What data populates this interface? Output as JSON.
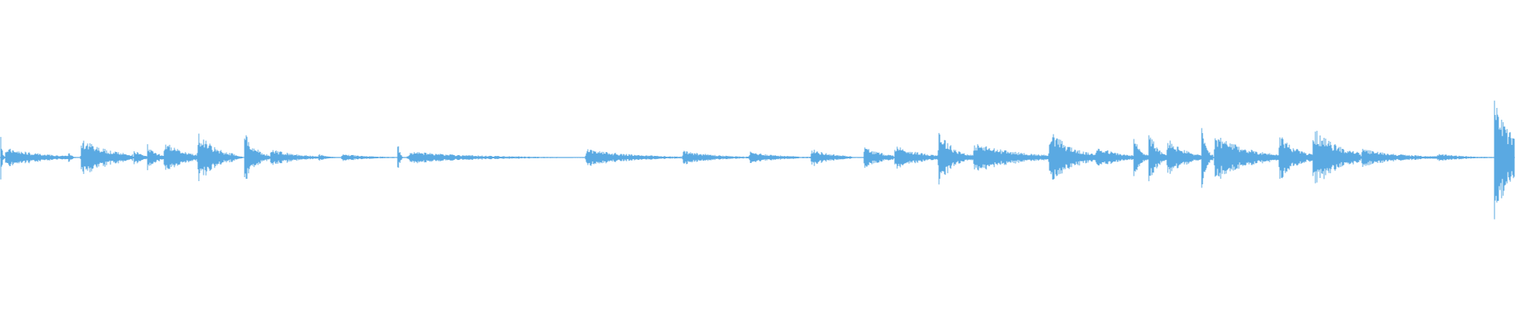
{
  "waveform": {
    "color": "#5aa9e2",
    "background": "#ffffff",
    "amplitude_scale": "normalized 0-1",
    "segments": [
      {
        "start": 0.0,
        "end": 0.003,
        "peak": 0.26,
        "decay": 0.35,
        "fm": 1.0
      },
      {
        "start": 0.003,
        "end": 0.045,
        "peak": 0.08,
        "decay": 0.55,
        "fm": 1.0
      },
      {
        "start": 0.045,
        "end": 0.053,
        "peak": 0.05,
        "decay": 0.25,
        "fm": 1.0
      },
      {
        "start": 0.053,
        "end": 0.088,
        "peak": 0.15,
        "decay": 0.55,
        "fm": 1.0
      },
      {
        "start": 0.088,
        "end": 0.097,
        "peak": 0.08,
        "decay": 0.5,
        "fm": 1.0
      },
      {
        "start": 0.097,
        "end": 0.108,
        "peak": 0.11,
        "decay": 0.55,
        "fm": 1.0
      },
      {
        "start": 0.108,
        "end": 0.13,
        "peak": 0.14,
        "decay": 0.55,
        "fm": 1.0
      },
      {
        "start": 0.13,
        "end": 0.152,
        "peak": 0.21,
        "decay": 0.55,
        "fm": 1.0
      },
      {
        "start": 0.152,
        "end": 0.161,
        "peak": 0.06,
        "decay": 0.4,
        "fm": 1.0
      },
      {
        "start": 0.161,
        "end": 0.178,
        "peak": 0.23,
        "decay": 0.4,
        "fm": 1.0
      },
      {
        "start": 0.178,
        "end": 0.21,
        "peak": 0.07,
        "decay": 0.55,
        "fm": 1.0
      },
      {
        "start": 0.21,
        "end": 0.225,
        "peak": 0.03,
        "decay": 0.4,
        "fm": 1.0
      },
      {
        "start": 0.225,
        "end": 0.262,
        "peak": 0.03,
        "decay": 0.5,
        "fm": 1.0
      },
      {
        "start": 0.262,
        "end": 0.268,
        "peak": 0.24,
        "decay": 0.2,
        "fm": 1.0
      },
      {
        "start": 0.268,
        "end": 0.386,
        "peak": 0.05,
        "decay": 0.35,
        "fm": 1.0
      },
      {
        "start": 0.386,
        "end": 0.45,
        "peak": 0.07,
        "decay": 0.45,
        "fm": 0.6
      },
      {
        "start": 0.45,
        "end": 0.494,
        "peak": 0.06,
        "decay": 0.45,
        "fm": 0.6
      },
      {
        "start": 0.494,
        "end": 0.535,
        "peak": 0.05,
        "decay": 0.45,
        "fm": 0.6
      },
      {
        "start": 0.535,
        "end": 0.561,
        "peak": 0.07,
        "decay": 0.55,
        "fm": 1.0
      },
      {
        "start": 0.561,
        "end": 0.57,
        "peak": 0.01,
        "decay": 0.4,
        "fm": 1.0
      },
      {
        "start": 0.57,
        "end": 0.59,
        "peak": 0.09,
        "decay": 0.6,
        "fm": 1.0
      },
      {
        "start": 0.59,
        "end": 0.619,
        "peak": 0.1,
        "decay": 0.6,
        "fm": 1.0
      },
      {
        "start": 0.619,
        "end": 0.642,
        "peak": 0.24,
        "decay": 0.4,
        "fm": 1.0
      },
      {
        "start": 0.642,
        "end": 0.692,
        "peak": 0.12,
        "decay": 0.55,
        "fm": 1.3
      },
      {
        "start": 0.692,
        "end": 0.723,
        "peak": 0.24,
        "decay": 0.45,
        "fm": 1.3
      },
      {
        "start": 0.723,
        "end": 0.748,
        "peak": 0.1,
        "decay": 0.55,
        "fm": 1.3
      },
      {
        "start": 0.748,
        "end": 0.758,
        "peak": 0.18,
        "decay": 0.45,
        "fm": 1.3
      },
      {
        "start": 0.758,
        "end": 0.77,
        "peak": 0.26,
        "decay": 0.4,
        "fm": 1.3
      },
      {
        "start": 0.77,
        "end": 0.793,
        "peak": 0.16,
        "decay": 0.5,
        "fm": 1.3
      },
      {
        "start": 0.793,
        "end": 0.801,
        "peak": 0.28,
        "decay": 0.35,
        "fm": 1.3
      },
      {
        "start": 0.801,
        "end": 0.844,
        "peak": 0.19,
        "decay": 0.5,
        "fm": 1.3
      },
      {
        "start": 0.844,
        "end": 0.866,
        "peak": 0.2,
        "decay": 0.5,
        "fm": 1.3
      },
      {
        "start": 0.866,
        "end": 0.898,
        "peak": 0.24,
        "decay": 0.55,
        "fm": 1.3
      },
      {
        "start": 0.898,
        "end": 0.948,
        "peak": 0.07,
        "decay": 0.5,
        "fm": 1.0
      },
      {
        "start": 0.948,
        "end": 0.986,
        "peak": 0.03,
        "decay": 0.5,
        "fm": 1.0
      },
      {
        "start": 0.986,
        "end": 1.0,
        "peak": 0.45,
        "decay": 0.9,
        "fm": 1.2
      }
    ]
  }
}
